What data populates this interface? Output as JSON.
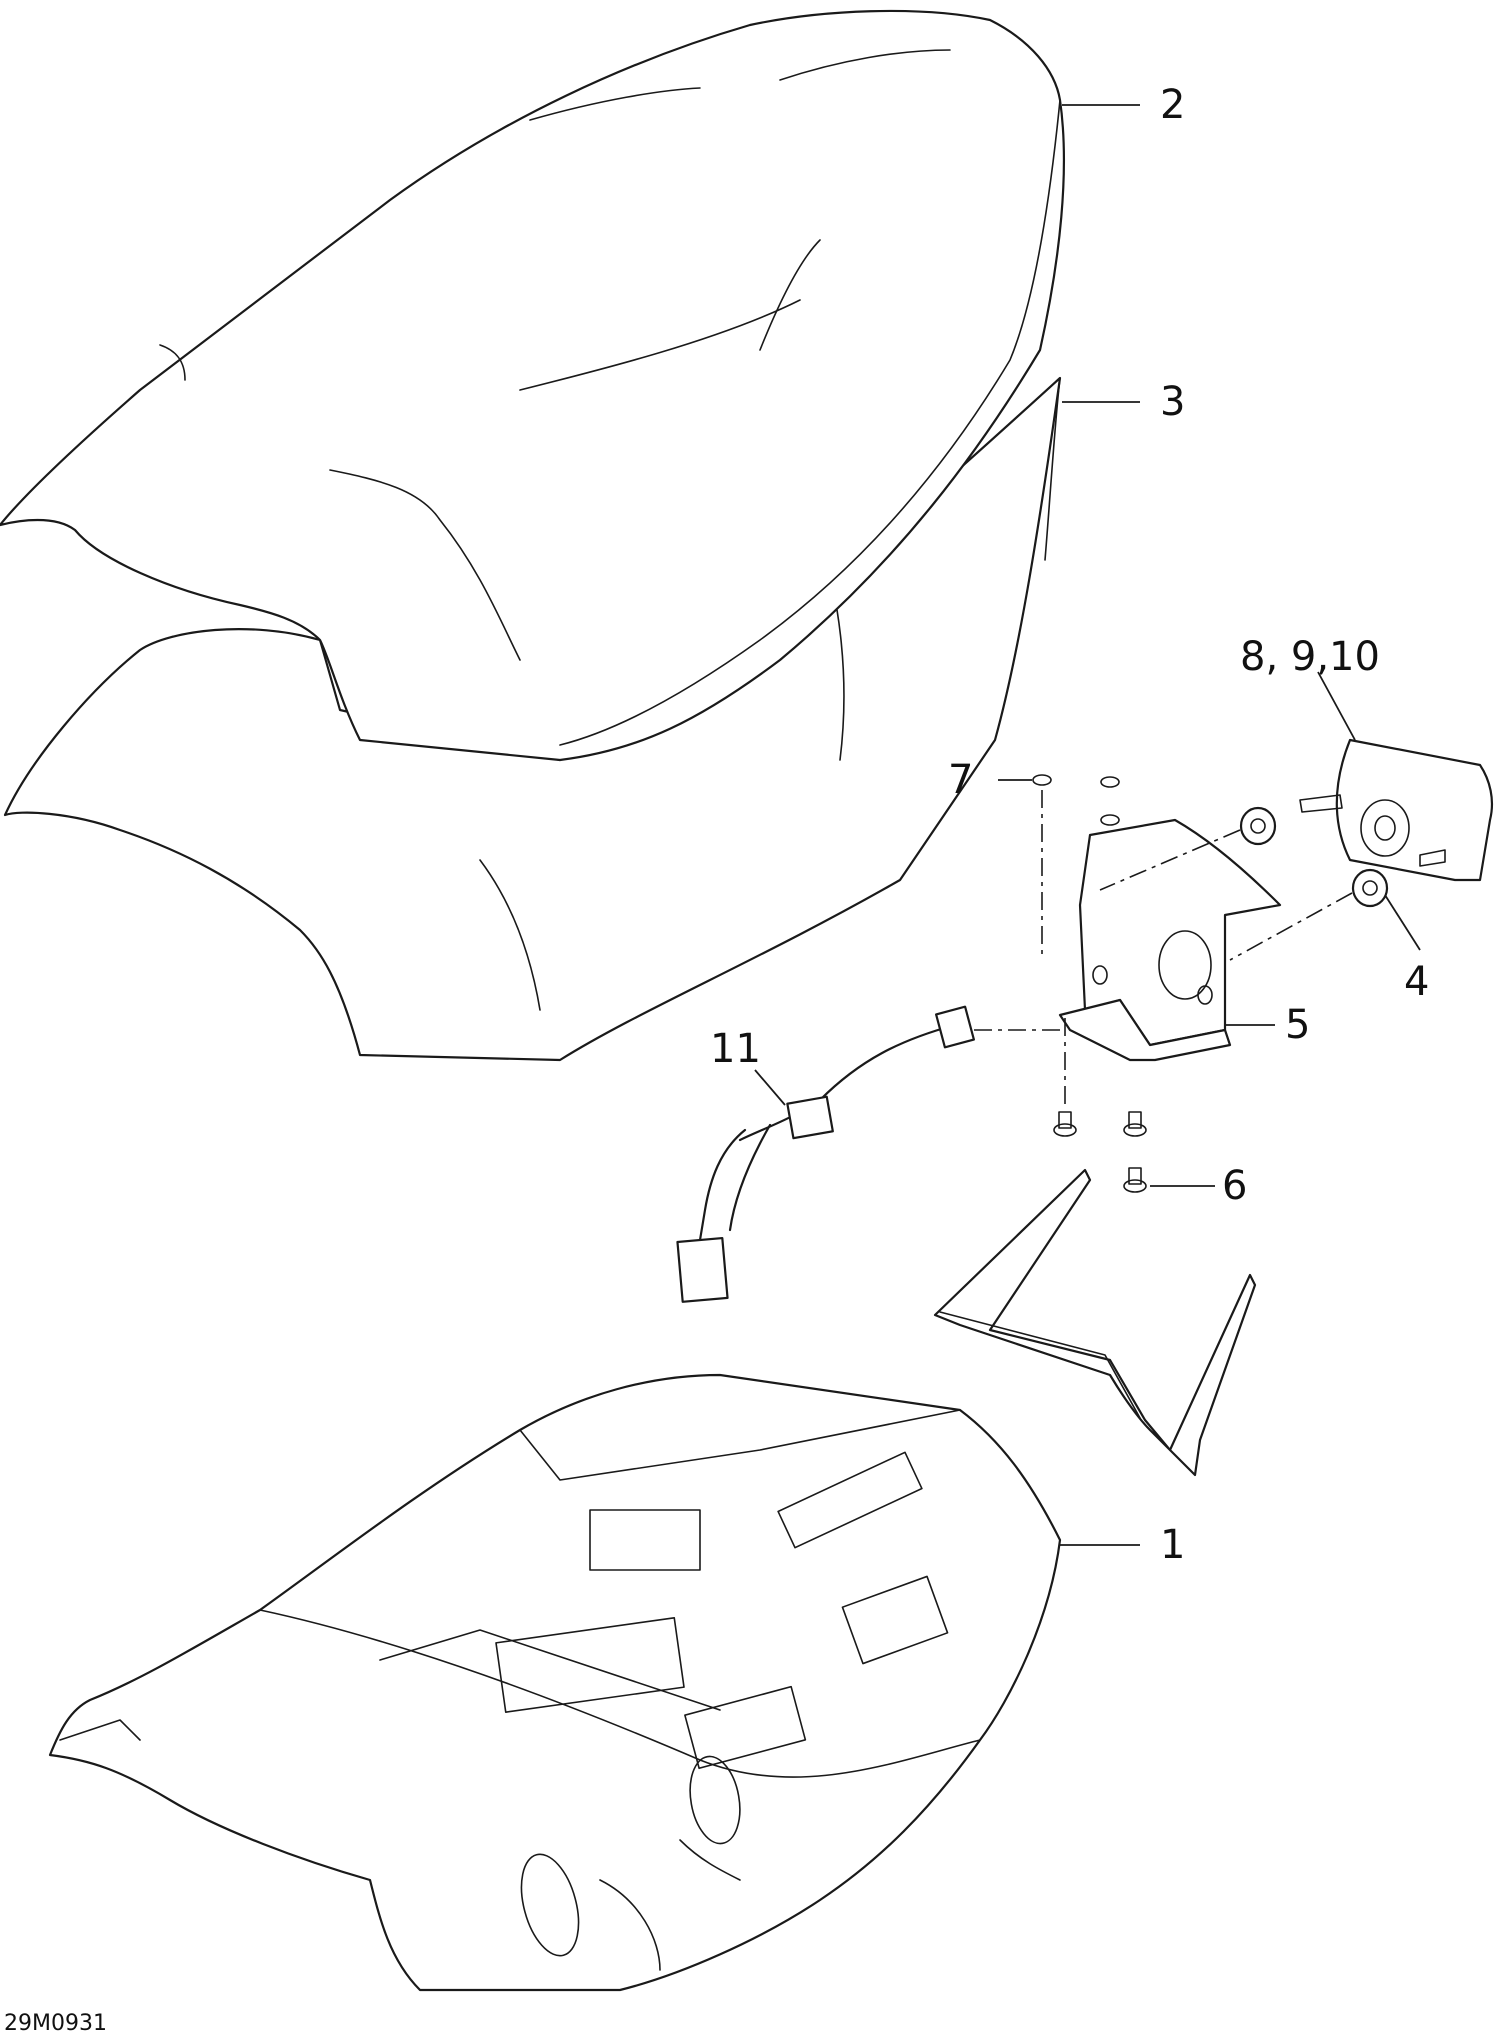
{
  "callouts": [
    {
      "id": "c1",
      "label": "1"
    },
    {
      "id": "c2",
      "label": "2"
    },
    {
      "id": "c3",
      "label": "3"
    },
    {
      "id": "c4",
      "label": "4"
    },
    {
      "id": "c5",
      "label": "5"
    },
    {
      "id": "c6",
      "label": "6"
    },
    {
      "id": "c7",
      "label": "7"
    },
    {
      "id": "c8",
      "label": "8, 9,10"
    },
    {
      "id": "c11",
      "label": "11"
    }
  ],
  "drawing_id": "29M0931",
  "colors": {
    "ink": "#1a1a1a",
    "background": "#ffffff"
  }
}
